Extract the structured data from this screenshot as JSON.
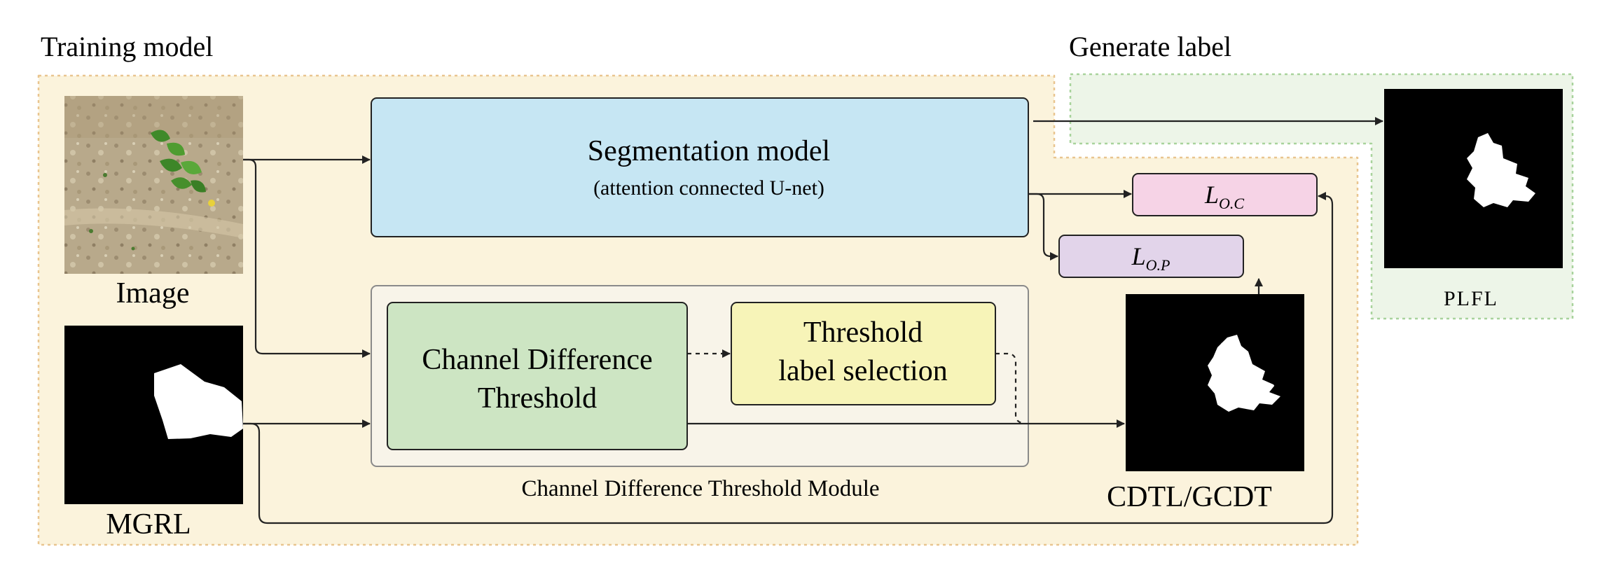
{
  "sections": {
    "training": "Training model",
    "generate": "Generate label"
  },
  "images": {
    "image_label": "Image",
    "mgrl_label": "MGRL",
    "cdtl_label": "CDTL/GCDT",
    "plfl_label": "PLFL"
  },
  "segmentation": {
    "title": "Segmentation model",
    "subtitle": "(attention connected U-net)"
  },
  "cdt_module": {
    "name": "Channel Difference Threshold Module",
    "cdt_line1": "Channel Difference",
    "cdt_line2": "Threshold",
    "tls_line1": "Threshold",
    "tls_line2": "label selection"
  },
  "losses": {
    "oc_main": "L",
    "oc_sub": "O.C",
    "op_main": "L",
    "op_sub": "O.P"
  },
  "colors": {
    "training_bg": "#fbf3dc",
    "generate_bg": "#edf5e8",
    "segmentation_fill": "#c6e6f3",
    "cdt_fill": "#cde5c3",
    "tls_fill": "#f7f4b8",
    "loss_oc_fill": "#f6d3e6",
    "loss_op_fill": "#e2d4ea",
    "module_fill": "#f8f4e9"
  }
}
